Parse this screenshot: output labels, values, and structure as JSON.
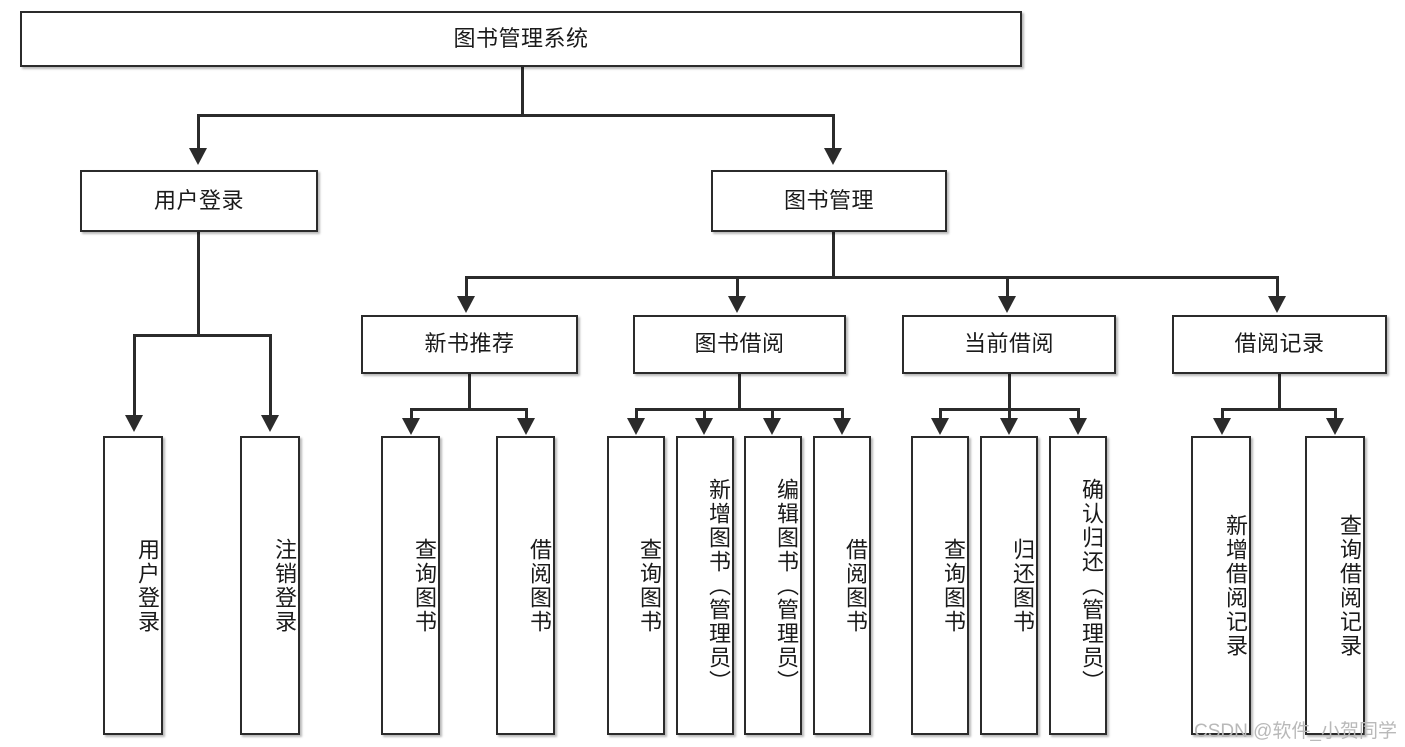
{
  "diagram": {
    "title": "图书管理系统",
    "watermark": "CSDN @软件_小贺同学",
    "levels": {
      "root": "图书管理系统",
      "level1": [
        "用户登录",
        "图书管理"
      ],
      "level2": [
        "新书推荐",
        "图书借阅",
        "当前借阅",
        "借阅记录"
      ]
    },
    "nodes": {
      "root": {
        "label": "图书管理系统"
      },
      "user_login": {
        "label": "用户登录"
      },
      "book_manage": {
        "label": "图书管理"
      },
      "new_book_rec": {
        "label": "新书推荐"
      },
      "book_borrow": {
        "label": "图书借阅"
      },
      "current_borrow": {
        "label": "当前借阅"
      },
      "borrow_record": {
        "label": "借阅记录"
      },
      "leaf_user_login": {
        "label": "用户登录"
      },
      "leaf_logout": {
        "label": "注销登录"
      },
      "leaf_query_book_1": {
        "label": "查询图书"
      },
      "leaf_borrow_book_1": {
        "label": "借阅图书"
      },
      "leaf_query_book_2": {
        "label": "查询图书"
      },
      "leaf_add_book": {
        "label": "新增图书（管理员）"
      },
      "leaf_edit_book": {
        "label": "编辑图书（管理员）"
      },
      "leaf_borrow_book_2": {
        "label": "借阅图书"
      },
      "leaf_query_book_3": {
        "label": "查询图书"
      },
      "leaf_return_book": {
        "label": "归还图书"
      },
      "leaf_confirm_return": {
        "label": "确认归还（管理员）"
      },
      "leaf_add_record": {
        "label": "新增借阅记录"
      },
      "leaf_query_record": {
        "label": "查询借阅记录"
      }
    },
    "colors": {
      "stroke": "#2b2b2b",
      "fill": "#ffffff",
      "text": "#1a1a1a",
      "watermark": "#b9b9b9"
    }
  }
}
